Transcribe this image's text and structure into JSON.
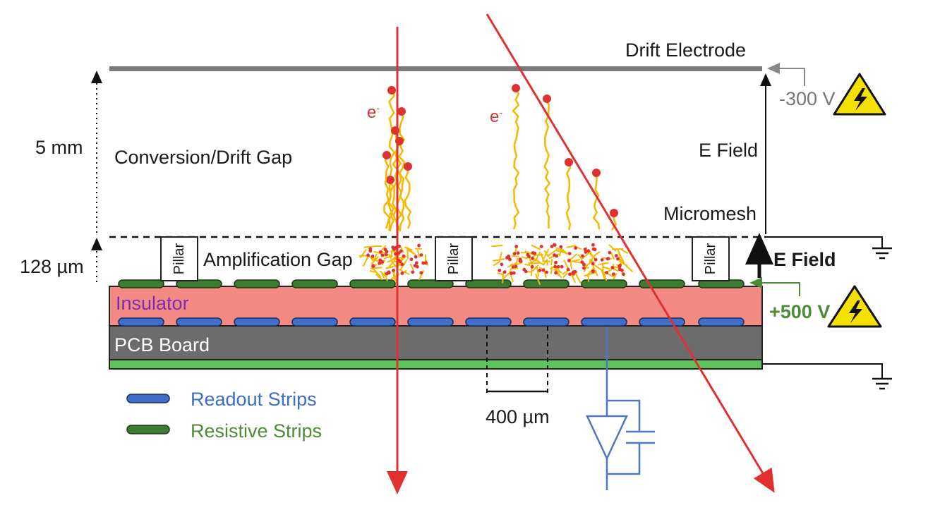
{
  "labels": {
    "drift_electrode": "Drift Electrode",
    "voltage_drift": "-300 V",
    "e_field_upper": "E Field",
    "micromesh": "Micromesh",
    "e_field_lower": "E Field",
    "voltage_resistive": "+500 V",
    "gap_5mm": "5 mm",
    "gap_128um": "128 µm",
    "conversion_gap": "Conversion/Drift Gap",
    "amplification_gap": "Amplification Gap",
    "pillar": "Pillar",
    "insulator": "Insulator",
    "pcb_board": "PCB Board",
    "pitch": "400 µm",
    "electron": "e",
    "electron_sup": "-"
  },
  "legend": {
    "readout": "Readout Strips",
    "resistive": "Resistive Strips"
  },
  "colors": {
    "drift_electrode": "#7a7a7a",
    "insulator": "#f48a84",
    "pcb": "#6c6c6c",
    "ground_layer": "#5dc35a",
    "resistive_strip": "#3f7a34",
    "readout_strip": "#3f6fc8",
    "particle_track": "#e03030",
    "avalanche": "#f5b800"
  },
  "icons": [
    "warning-high-voltage-icon",
    "ground-symbol-icon",
    "amplifier-icon",
    "capacitor-icon"
  ]
}
